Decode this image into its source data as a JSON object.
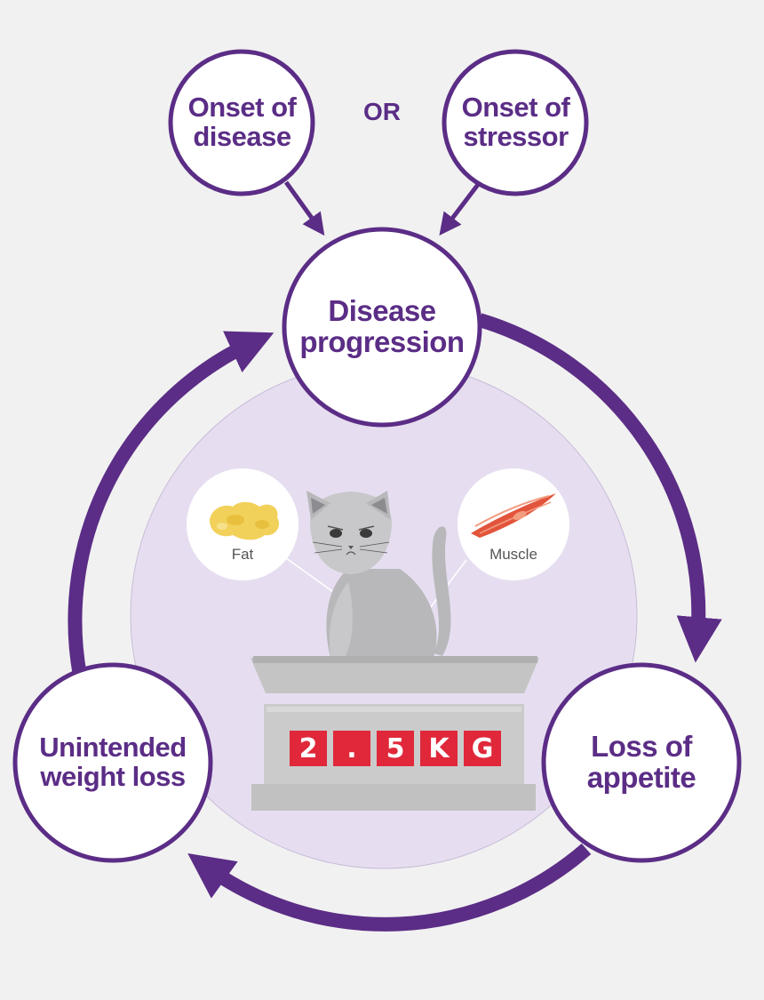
{
  "nodes": {
    "onset_disease": [
      "Onset of",
      "disease"
    ],
    "onset_stressor": [
      "Onset of",
      "stressor"
    ],
    "disease_progression": [
      "Disease",
      "progression"
    ],
    "loss_appetite": [
      "Loss of",
      "appetite"
    ],
    "weight_loss": [
      "Unintended",
      "weight loss"
    ]
  },
  "connector": "OR",
  "bubbles": {
    "fat": "Fat",
    "muscle": "Muscle"
  },
  "scale_display": [
    "2",
    ".",
    "5",
    "K",
    "G"
  ],
  "colors": {
    "purple": "#5b2d86",
    "lavender": "#e6def0",
    "background": "#f1f1f1",
    "display_red": "#e0283a",
    "fat": "#f2d15a",
    "muscle": "#e2553c",
    "cat_gray": "#b8b8bb",
    "scale_gray": "#bdbdbd"
  }
}
